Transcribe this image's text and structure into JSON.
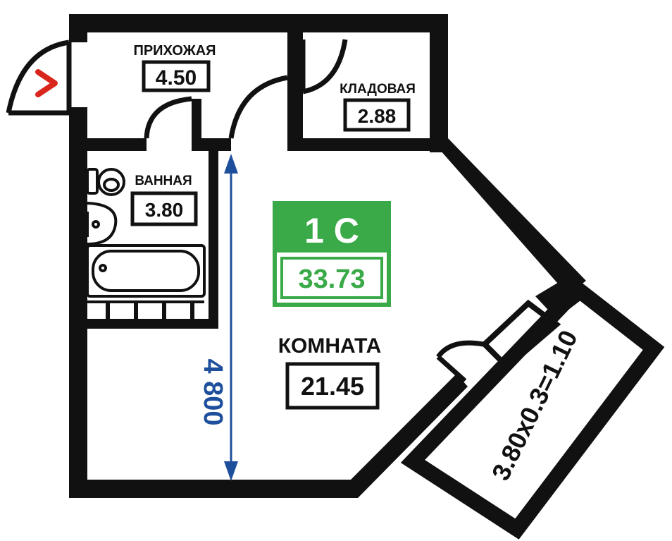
{
  "unit": {
    "type_label": "1 С",
    "total_area": "33.73",
    "badge_color": "#3aaa48"
  },
  "rooms": {
    "hallway": {
      "name": "ПРИХОЖАЯ",
      "area": "4.50"
    },
    "storage": {
      "name": "КЛАДОВАЯ",
      "area": "2.88"
    },
    "bathroom": {
      "name": "ВАННАЯ",
      "area": "3.80"
    },
    "living": {
      "name": "КОМНАТА",
      "area": "21.45"
    }
  },
  "balcony": {
    "formula": "3.80х0.3=1.10"
  },
  "dimension": {
    "text": "4 800",
    "color": "#1e4f9c"
  },
  "entrance": {
    "icon": "entrance-arrow-icon",
    "color": "#d9261c"
  }
}
